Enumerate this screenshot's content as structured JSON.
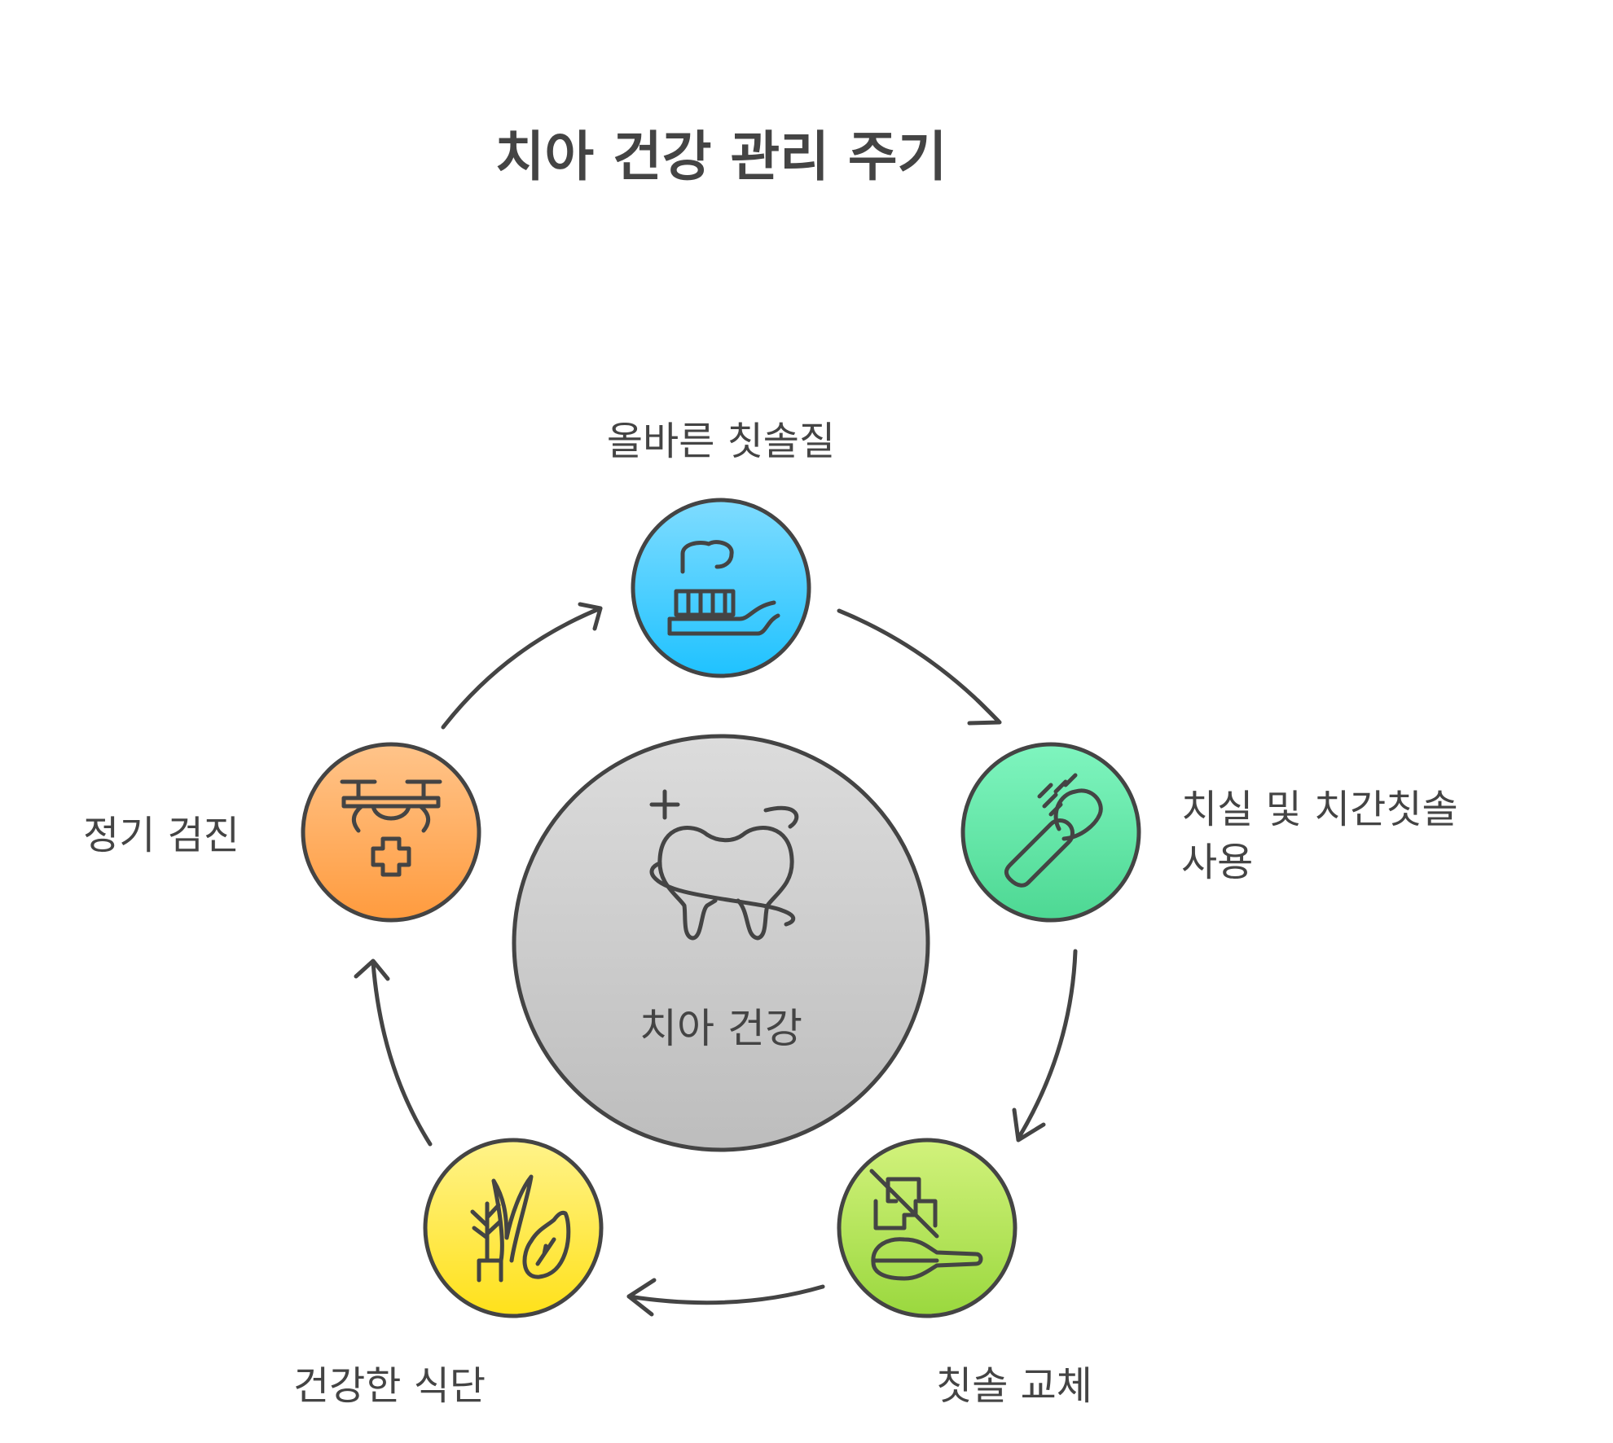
{
  "title": "치아 건강 관리 주기",
  "center": {
    "label": "치아 건강",
    "icon": "tooth-with-floss-icon"
  },
  "steps": [
    {
      "label": "올바른 칫솔질",
      "icon": "toothbrush-with-paste-icon",
      "colors": [
        "#7fdcff",
        "#1fc2ff"
      ]
    },
    {
      "label_lines": [
        "치실 및 치간칫솔",
        "사용"
      ],
      "icon": "interdental-brush-icon",
      "colors": [
        "#7ff5bf",
        "#4dd893"
      ]
    },
    {
      "label": "칫솔 교체",
      "icon": "no-sugar-spoon-icon",
      "colors": [
        "#d2f27c",
        "#9ad83e"
      ]
    },
    {
      "label": "건강한 식단",
      "icon": "plants-and-fruit-icon",
      "colors": [
        "#fff38a",
        "#ffe11a"
      ]
    },
    {
      "label": "정기 검진",
      "icon": "medical-drone-icon",
      "colors": [
        "#ffc48a",
        "#ff9b3e"
      ]
    }
  ]
}
